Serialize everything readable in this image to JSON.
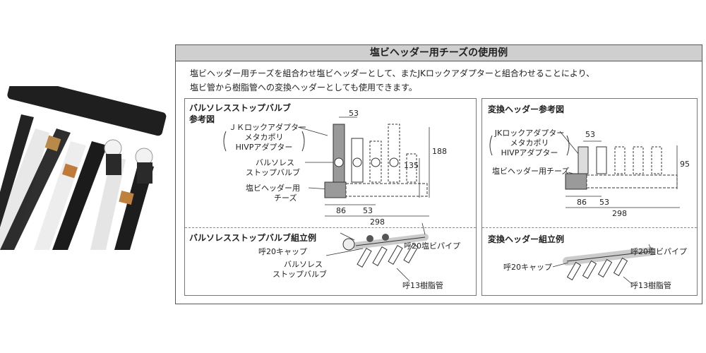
{
  "header": {
    "title": "塩ビヘッダー用チーズの使用例"
  },
  "intro": {
    "line1": "塩ビヘッダー用チーズを組合わせ塩ビヘッダーとして、またJKロックアダプターと組合わせることにより、",
    "line2": "塩ビ管から樹脂管への変換ヘッダーとしても使用できます。"
  },
  "left_top": {
    "title": "バルソレスストップバルブ",
    "subtitle": "参考図",
    "label_jk": "ＪＫロックアダプター",
    "label_meta": "メタカポリ",
    "label_hivp": "HIVPアダプター",
    "label_valve1": "バルソレス",
    "label_valve2": "ストップバルブ",
    "label_tee1": "塩ビヘッダー用",
    "label_tee2": "チーズ",
    "dims": {
      "d53": "53",
      "d188": "188",
      "d135": "135",
      "d86": "86",
      "d53b": "53",
      "d298": "298"
    }
  },
  "left_bottom": {
    "title": "バルソレスストップバルブ組立例",
    "label_cap": "呼20キャップ",
    "label_pipe": "呼20塩ビパイプ",
    "label_valve1": "バルソレス",
    "label_valve2": "ストップバルブ",
    "label_resin": "呼13樹脂管"
  },
  "right_top": {
    "title": "変換ヘッダー参考図",
    "label_jk": "JKロックアダプター",
    "label_meta": "メタカポリ",
    "label_hivp": "HIVPアダプター",
    "label_tee": "塩ビヘッダー用チーズ",
    "dims": {
      "d53": "53",
      "d95": "95",
      "d86": "86",
      "d53b": "53",
      "d298": "298"
    }
  },
  "right_bottom": {
    "title": "変換ヘッダー組立例",
    "label_cap": "呼20キャップ",
    "label_pipe": "呼20塩ビパイプ",
    "label_resin": "呼13樹脂管"
  }
}
